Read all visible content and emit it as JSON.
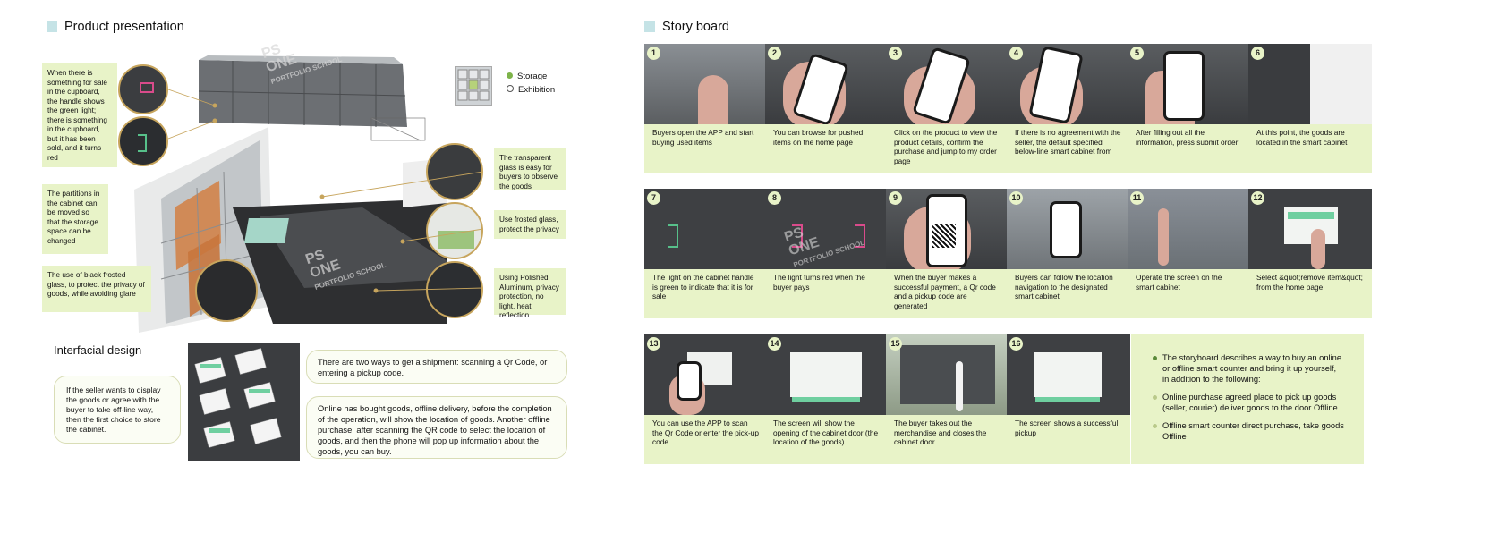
{
  "left": {
    "section_title": "Product presentation",
    "legend": {
      "storage": "Storage",
      "exhibition": "Exhibition",
      "storage_color": "#7db34a"
    },
    "notes": [
      "When there is something for sale in the cupboard, the handle shows the green light; there is something in the cupboard, but it has been sold, and it turns red",
      "The partitions in the cabinet can be moved so that the storage space can be changed",
      "The use of black frosted glass, to protect the privacy of goods, while avoiding glare",
      "The transparent glass is easy for buyers to observe the goods",
      "Use frosted glass, protect the privacy",
      "Using Polished Aluminum, privacy protection, no light, heat reflection."
    ],
    "interfacial": {
      "title": "Interfacial design",
      "seller_note": "If the seller wants to display the goods or agree with the buyer to take off-line way, then the first choice to store the cabinet.",
      "bubble1": "There are two ways to get a shipment: scanning a Qr Code, or entering a pickup code.",
      "bubble2": "Online has bought goods, offline delivery, before the completion of the operation, will show the location of goods. Another offline purchase, after scanning the QR code to select the location of goods, and then the phone will pop up information about the goods, you can buy."
    }
  },
  "right": {
    "section_title": "Story board",
    "steps": [
      {
        "n": "1",
        "text": "Buyers open the APP and start buying used items"
      },
      {
        "n": "2",
        "text": "You can browse for pushed items on the home page"
      },
      {
        "n": "3",
        "text": "Click on the product to view the product details, confirm the purchase and jump to my order page"
      },
      {
        "n": "4",
        "text": "If there is no agreement with the seller, the default specified below-line smart cabinet from"
      },
      {
        "n": "5",
        "text": "After filling out all the information, press submit order"
      },
      {
        "n": "6",
        "text": "At this point, the goods are located in the smart cabinet"
      },
      {
        "n": "7",
        "text": "The light on the cabinet handle is green to indicate that it is for sale"
      },
      {
        "n": "8",
        "text": "The light turns red when the buyer pays"
      },
      {
        "n": "9",
        "text": "When the buyer makes a successful payment, a Qr code and a pickup code are generated"
      },
      {
        "n": "10",
        "text": "Buyers can follow the location navigation to the designated smart cabinet"
      },
      {
        "n": "11",
        "text": "Operate the screen on the smart cabinet"
      },
      {
        "n": "12",
        "text": "Select &quot;remove item&quot; from the home page"
      },
      {
        "n": "13",
        "text": "You can use the APP to scan the Qr Code or enter the pick-up code"
      },
      {
        "n": "14",
        "text": "The screen will show the opening of the cabinet door (the location of the goods)"
      },
      {
        "n": "15",
        "text": "The buyer takes out the merchandise and closes the cabinet door"
      },
      {
        "n": "16",
        "text": "The screen shows a successful pickup"
      }
    ],
    "summary": {
      "intro": "The storyboard describes a way to buy an online or offline smart counter and bring it up yourself, in addition to the following:",
      "point1": "Online purchase agreed place to pick up goods (seller, courier) deliver goods to the door Offline",
      "point2": "Offline smart counter direct purchase, take goods Offline"
    }
  },
  "watermark": {
    "line1": "PS",
    "line2": "ONE",
    "line3": "PORTFOLIO SCHOOL"
  }
}
